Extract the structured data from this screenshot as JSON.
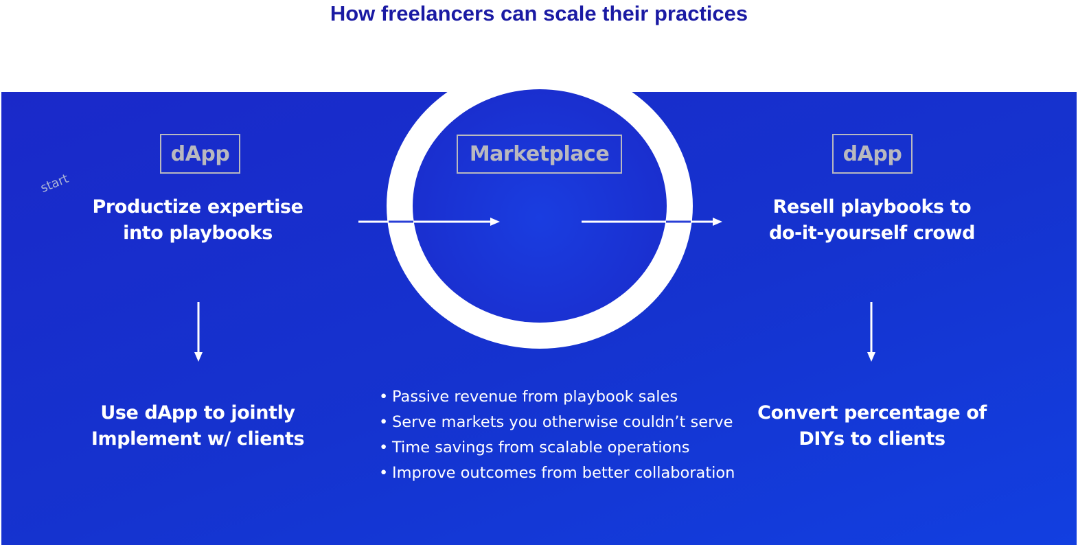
{
  "title": "How freelancers can scale their practices",
  "left": {
    "tag": "dApp",
    "start_label": "start",
    "heading_lines": [
      "Productize expertise",
      "into playbooks"
    ],
    "bottom_lines": [
      "Use dApp to jointly",
      "Implement w/ clients"
    ]
  },
  "center": {
    "tag": "Marketplace",
    "benefits": [
      "Passive revenue from playbook sales",
      "Serve markets you otherwise couldn’t serve",
      "Time savings from scalable operations",
      "Improve outcomes from better collaboration"
    ]
  },
  "right": {
    "tag": "dApp",
    "heading_lines": [
      "Resell playbooks to",
      "do-it-yourself crowd"
    ],
    "bottom_lines": [
      "Convert percentage of",
      "DIYs to clients"
    ]
  },
  "colors": {
    "title": "#1a1aa3",
    "panel": "#1533cf",
    "tag_border": "#b9b9bf",
    "text": "#ffffff"
  }
}
